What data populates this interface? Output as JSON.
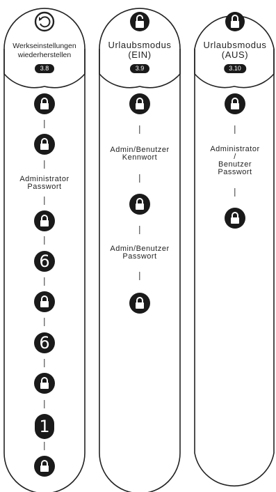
{
  "columns": [
    {
      "title_line1": "Werkseinstellungen",
      "title_line2": "wiederherstellen",
      "badge": "3.8",
      "icon": "reset-icon",
      "steps": [
        {
          "kind": "lock"
        },
        {
          "kind": "lock"
        },
        {
          "kind": "label",
          "text1": "Administrator",
          "text2": "Passwort"
        },
        {
          "kind": "lock"
        },
        {
          "kind": "digit",
          "text": "6"
        },
        {
          "kind": "lock"
        },
        {
          "kind": "digit",
          "text": "6"
        },
        {
          "kind": "lock"
        },
        {
          "kind": "digit",
          "text": "1"
        },
        {
          "kind": "lock"
        }
      ]
    },
    {
      "title_line1": "Urlaubsmodus",
      "title_line2": "(EIN)",
      "badge": "3.9",
      "icon": "unlock-icon",
      "steps": [
        {
          "kind": "lock"
        },
        {
          "kind": "label",
          "text1": "Admin/Benutzer",
          "text2": "Kennwort"
        },
        {
          "kind": "lock"
        },
        {
          "kind": "label",
          "text1": "Admin/Benutzer",
          "text2": "Passwort"
        },
        {
          "kind": "lock"
        }
      ]
    },
    {
      "title_line1": "Urlaubsmodus",
      "title_line2": "(AUS)",
      "badge": "3.10",
      "icon": "lock-icon",
      "steps": [
        {
          "kind": "lock"
        },
        {
          "kind": "label",
          "text1": "Administrator",
          "text2": "/",
          "text3": "Benutzer",
          "text4": "Passwort"
        },
        {
          "kind": "lock"
        }
      ]
    }
  ]
}
